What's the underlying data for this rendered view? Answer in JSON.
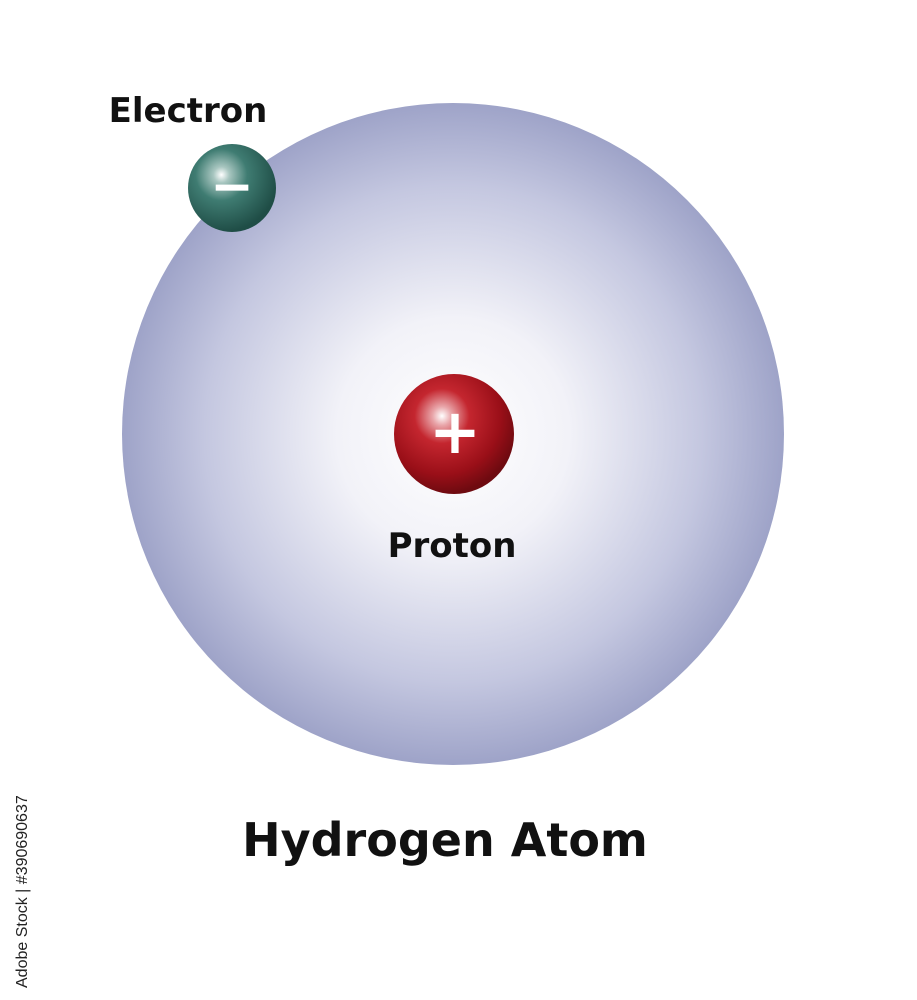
{
  "diagram": {
    "title": "Hydrogen Atom",
    "electron": {
      "label": "Electron",
      "charge_symbol": "−",
      "color": "#2f6b62"
    },
    "proton": {
      "label": "Proton",
      "charge_symbol": "+",
      "color": "#a3121c"
    },
    "cloud_color": "#9ea3c8"
  },
  "watermark": {
    "stock_id": "Adobe Stock | #390690637"
  }
}
